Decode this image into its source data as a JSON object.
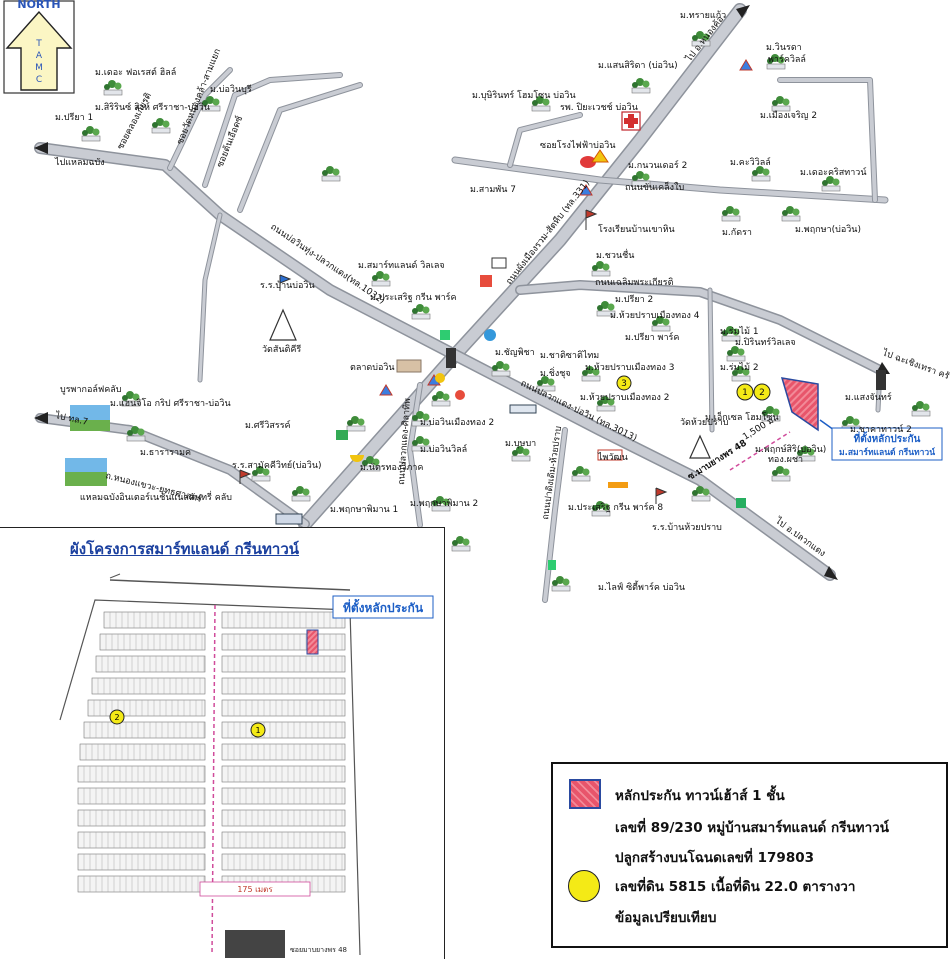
{
  "north_box": {
    "label": "NORTH",
    "company": [
      "T",
      "A",
      "M",
      "C"
    ]
  },
  "map_labels": {
    "m_saipraw": "ม.ทรายแก้ว",
    "m_winrada": "ม.วินรดา",
    "m_winrada2": "พาร์ควิลล์",
    "m_sansirida": "ม.แสนสิริดา (บ่อวิน)",
    "m_muangcharoen": "ม.เมืองเจริญ 2",
    "m_bansiri": "ม.บุษิรินทร์ โฮมโซน บ่อวิน",
    "rp_piya": "รพ. ปิยะเวชช์ บ่อวิน",
    "m_theforest": "ม.เดอะ ฟอเรสต์ ฮิลล์",
    "m_bowinburi": "ม.บ่อวินบุรี",
    "m_sirin": "ม.สิริรินซ์ สิงห์ ศรีราชา-บ่อวิน",
    "m_priya1": "ม.ปรียา 1",
    "soi_khlongkiat": "ซอยคลองเกียรติ",
    "soi_wattanaka": "ซอยวัดหนองคล้า-สามแยก",
    "soi_tonkharn": "ซอยต้นเอือดซ์",
    "to_laemchabang": "ไปแหลมฉบัง",
    "soi_roongfai": "ซอยโรงไฟฟ้าบ่อวิน",
    "m_kanawaet2": "ม.กนวนเดอร์ 2",
    "m_kalawis": "ม.คะวิวิลล์",
    "m_thecharas": "ม.เดอะคริสทาวน์",
    "m_samphan7": "ม.สามพัน 7",
    "thanon_khamtaekchai": "ถนนขันเคล็งใบ",
    "road331": "ถนนผังเมืองรวม-สัตหีบ (ทล.331)",
    "to_nongkhor": "ไป อ.หนองค้อ",
    "school_khao": "โรงเรียนบ้านเขาหิน",
    "m_kadra": "ม.กัดรา",
    "m_pruksa": "ม.พฤกษา(บ่อวิน)",
    "road1032": "ถนนบ่อวินทุ่ง-ปลวกแดง(ทล.1032)",
    "m_smartland": "ม.สมาร์ทแลนด์ วิลเลจ",
    "rr_banbowin": "ร.ร.บ้านบ่อวิน",
    "m_prasit_green": "ม.ประเสริฐ กรีน พาร์ค",
    "m_chuanchuen": "ม.ชวนชื่น",
    "thanon_chaloem": "ถนนเฉลิมพระเกียรติ",
    "m_priya2": "ม.ปรียา 2",
    "m_huaipraban4": "ม.ห้วยปราบเมืองทอง 4",
    "wat_santikhiri": "วัดสันติคีรี",
    "market_bowin": "ตลาดบ่อวิน",
    "m_chanyaphirat": "ม.ชัญพิชา",
    "m_charoenchai": "ม.ชาติซาติไทม",
    "m_priya_park": "ม.ปรียา พาร์ค",
    "m_rompai1": "ม.ร่มไม้ 1",
    "m_rompai2": "ม.ร่มไม้ 2",
    "m_pirin": "ม.ปิรินทร์วิลเลจ",
    "to_chachoengsao": "ไป ฉะเชิงเทรา ครัว",
    "m_huaipraban3": "ม.ห้วยปราบเมืองทอง 3",
    "m_chingchok": "ม.ชิ่งชุจ",
    "m_huaipraban2": "ม.ห้วยปราบเมืองทอง 2",
    "road3013": "ถนนปลวกแดง-บ่อวิน (ทล.3013)",
    "golf_boorapa": "บูรพากอล์ฟคลับ",
    "to_ktl7": "ไป ทล.7",
    "m_hanjipriya": "ม.แฮนจิโอ กริป ศรีราชา-บ่อวิน",
    "m_thararam": "ม.ธารารามค",
    "m_siprisrit": "ม.ศรีวิสรรค์",
    "m_bowin_muangthong2": "ม.บ่อวินเมืองทอง 2",
    "m_bowin_villa": "ม.บ่อวินวิลล์",
    "school_samaki": "ร.ร.สามัคคีวิทย์(บ่อวิน)",
    "m_ekchai": "ม.เอ็กเซล โฮมโซน",
    "m_saengchan": "ม.แสงจันทร์",
    "m_chakthai2": "ม.ชาคาทาวน์ 2",
    "soi_praprew": "ถนนปาดิงเดิม-ห้วยปราบ",
    "m_budsaba": "ม.บุษบา",
    "wat_huaipraban": "วัดห้วยปราบ",
    "soi_kamjai48": "ซ.มาบยางพร 48",
    "m_phrasiri": "ม.พฤกษ์สิริ(บ่อวิน)",
    "mansion": "ทอง.ผชา",
    "note_site": "ที่ตั้งหลักประกัน",
    "note_site2": "ม.สมาร์ทแลนด์ กรีนทาวน์",
    "distance": "1,500 ม.",
    "to_plaukdaeng": "ไป อ.ปลวกแดง",
    "m_nathong": "ม.นัตรทองวิภาค",
    "soi_plauk": "ถนนปลวกแดง-ศิลาทิพ",
    "golf_laemchabang": "แหลมฉบังอินเตอร์เนชั่นแนลคันทรี่ คลับ",
    "soi_nongkra": "ถ.หนองแขวะ-ยุทธศาสตร์",
    "m_pruksa1": "ม.พฤกษาพิมาน 1",
    "m_pruksa2": "ม.พฤกษาพิมาน 2",
    "m_prasit_green8": "ม.ประเสริฐ กรีน พาร์ค 8",
    "rr_huaipraban": "ร.ร.บ้านห้วยปราบ",
    "m_life_park": "ม.ไลฟ์ ซิตี้พาร์ค บ่อวิน",
    "shop_wattana": "ไพวัฒน",
    "circle1": "1",
    "circle2": "2",
    "circle3": "3"
  },
  "inset": {
    "title": "ผังโครงการสมาร์ทแลนด์ กรีนทาวน์",
    "site_label": "ที่ตั้งหลักประกัน",
    "circle1": "1",
    "circle2": "2",
    "scale": "175 เมตร",
    "bottom_road": "ซอยมาบยางพร 48"
  },
  "legend": {
    "line1": "หลักประกัน ทาวน์เฮ้าส์ 1 ชั้น",
    "line2": "เลขที่ 89/230 หมู่บ้านสมาร์ทแลนด์ กรีนทาวน์",
    "line3": "ปลูกสร้างบนโฉนดเลขที่ 179803",
    "line4": "เลขที่ดิน 5815 เนื้อที่ดิน 22.0 ตารางวา",
    "line5": "ข้อมูลเปรียบเทียบ"
  },
  "colors": {
    "road": "#c9ccd3",
    "collateral": "#e8556b",
    "comparable": "#f4ea16",
    "title_blue": "#1a3f9e",
    "note_blue": "#1d5fc6",
    "tree": "#3f8c3a"
  }
}
